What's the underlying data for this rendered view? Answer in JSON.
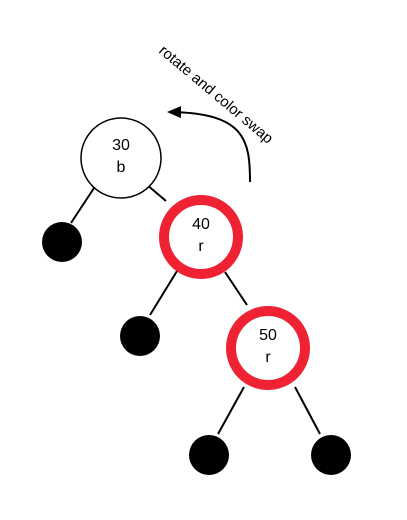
{
  "annotation": {
    "text": "rotate and color swap"
  },
  "nodes": {
    "n30": {
      "key": "30",
      "color": "b"
    },
    "n40": {
      "key": "40",
      "color": "r"
    },
    "n50": {
      "key": "50",
      "color": "r"
    }
  },
  "colors": {
    "red_node_stroke": "#ee2233",
    "black": "#000000",
    "background": "#ffffff"
  }
}
